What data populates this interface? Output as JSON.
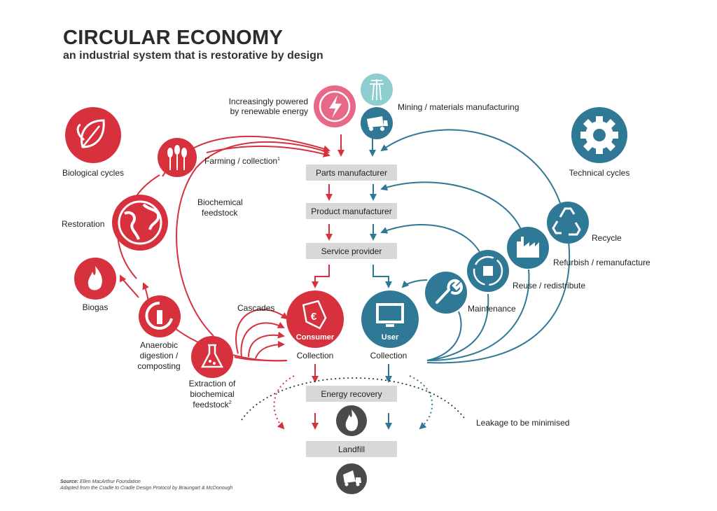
{
  "title": "CIRCULAR ECONOMY",
  "subtitle": "an industrial system that is restorative by design",
  "colors": {
    "biological": "#d6313d",
    "technical": "#2f7896",
    "grey_box": "#d8d8d8",
    "dark_icon": "#4a4a4a",
    "renewable": "#e8688a",
    "mining_light": "#8ecdd0"
  },
  "pipeline": {
    "parts": "Parts manufacturer",
    "product": "Product manufacturer",
    "service": "Service provider",
    "energy": "Energy recovery",
    "landfill": "Landfill"
  },
  "labels": {
    "renewable_1": "Increasingly powered",
    "renewable_2": "by renewable energy",
    "mining": "Mining / materials manufacturing",
    "farming": "Farming / collection",
    "farming_sup": "1",
    "biochemical_1": "Biochemical",
    "biochemical_2": "feedstock",
    "bio_cycles": "Biological cycles",
    "tech_cycles": "Technical cycles",
    "restoration": "Restoration",
    "biogas": "Biogas",
    "anaerobic_1": "Anaerobic",
    "anaerobic_2": "digestion /",
    "anaerobic_3": "composting",
    "extraction_1": "Extraction of",
    "extraction_2": "biochemical",
    "extraction_3": "feedstock",
    "extraction_sup": "2",
    "cascades": "Cascades",
    "consumer": "Consumer",
    "user": "User",
    "collection_left": "Collection",
    "collection_right": "Collection",
    "recycle": "Recycle",
    "refurbish": "Refurbish / remanufacture",
    "reuse": "Reuse / redistribute",
    "maintenance": "Maintenance",
    "leakage": "Leakage to be minimised"
  },
  "source": {
    "label": "Source:",
    "text": "Ellen MacArthur Foundation",
    "line2": "Adapted from the Cradle to Cradle Design Protocol by Braungart & McDonough"
  },
  "icons": [
    "leaf-icon",
    "wheat-icon",
    "globe-icon",
    "flame-icon",
    "apple-core-icon",
    "flask-icon",
    "lightning-icon",
    "pylon-icon",
    "truck-icon",
    "gear-icon",
    "recycle-icon",
    "factory-icon",
    "box-cycle-icon",
    "wrench-icon",
    "euro-tag-icon",
    "monitor-icon",
    "dump-truck-icon"
  ]
}
